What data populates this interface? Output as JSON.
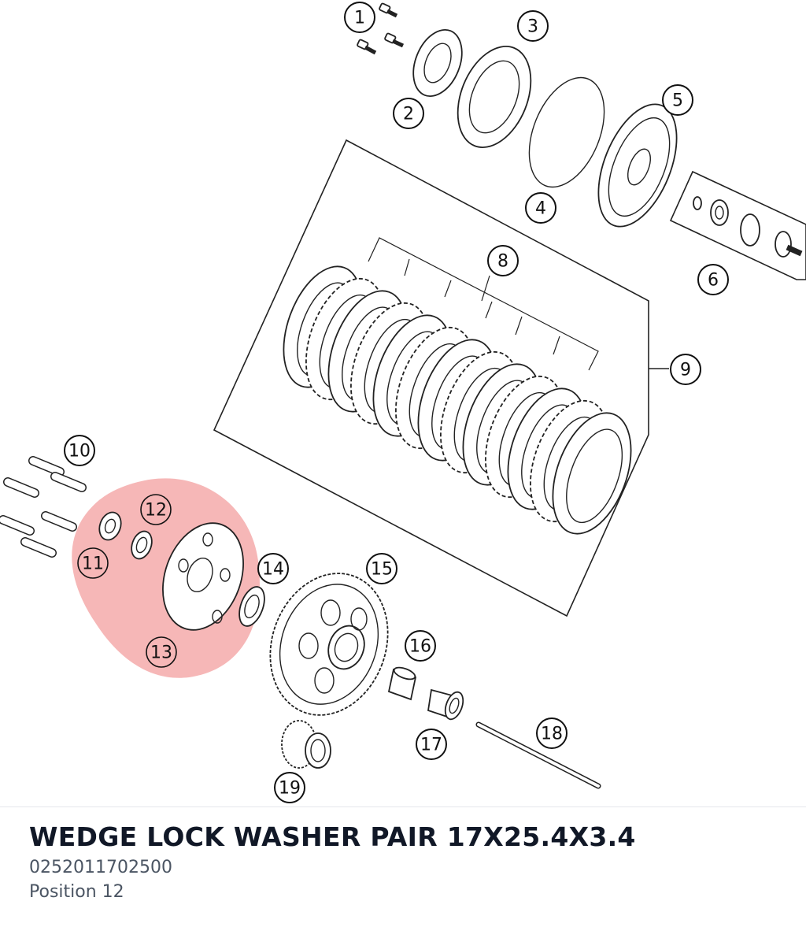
{
  "diagram": {
    "callouts": [
      "1",
      "2",
      "3",
      "4",
      "5",
      "6",
      "8",
      "9",
      "10",
      "11",
      "12",
      "13",
      "14",
      "15",
      "16",
      "17",
      "18",
      "19"
    ],
    "highlight_color": "#f4a3a3"
  },
  "part": {
    "title": "WEDGE LOCK WASHER PAIR 17X25.4X3.4",
    "number": "0252011702500",
    "position": "Position 12"
  }
}
